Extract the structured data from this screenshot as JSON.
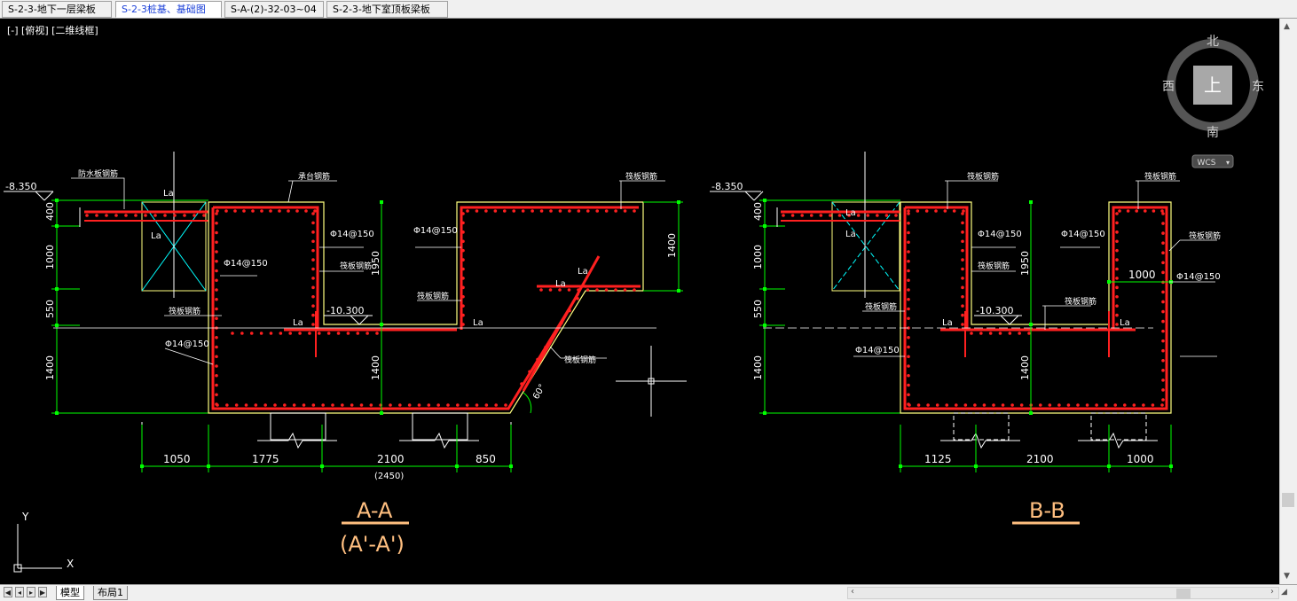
{
  "tabs": [
    {
      "label": "S-2-3-地下一层梁板",
      "active": false
    },
    {
      "label": "S-2-3桩基、基础图",
      "active": true
    },
    {
      "label": "S-A-(2)-32-03~04",
      "active": false
    },
    {
      "label": "S-2-3-地下室顶板梁板",
      "active": false
    }
  ],
  "viewport_label": "[-] [俯视] [二维线框]",
  "viewcube": {
    "north": "北",
    "south": "南",
    "east": "东",
    "west": "西",
    "top": "上",
    "wcs": "WCS"
  },
  "layouts": {
    "model": "模型",
    "layout1": "布局1"
  },
  "colors": {
    "dim": "#00ff00",
    "rebar": "#ff2020",
    "outline": "#ffff80",
    "aux": "#ffffff",
    "cyan": "#00ffff",
    "title": "#ffbf80",
    "accent_tab": "#1a3fd8"
  },
  "ucs": {
    "x": "X",
    "y": "Y"
  },
  "section_aa": {
    "title": "A-A",
    "subtitle": "(A'-A')",
    "level_left": "-8.350",
    "level_mid": "-10.300",
    "dims_bottom": [
      "1050",
      "1775",
      "2100",
      "850"
    ],
    "dim_bottom_sub": "(2450)",
    "dims_left": [
      "400",
      "1000",
      "550",
      "1400"
    ],
    "dim_mid_v1": "1950",
    "dim_mid_v2": "1400",
    "dim_right_v": "1400",
    "angle": "60°",
    "rebar_labels": [
      "Φ14@150",
      "Φ14@150",
      "Φ14@150",
      "Φ14@150"
    ],
    "notes": [
      "防水板钢筋",
      "承台钢筋",
      "筏板钢筋",
      "筏板钢筋",
      "筏板钢筋",
      "筏板钢筋",
      "筏板钢筋"
    ],
    "la": "La"
  },
  "section_bb": {
    "title": "B-B",
    "level_left": "-8.350",
    "level_mid": "-10.300",
    "dims_bottom": [
      "1125",
      "2100",
      "1000"
    ],
    "dims_left": [
      "400",
      "1000",
      "550",
      "1400"
    ],
    "dim_mid_v1": "1950",
    "dim_mid_v2": "1400",
    "dim_inner": "1000",
    "rebar_labels": [
      "Φ14@150",
      "Φ14@150",
      "Φ14@150",
      "Φ14@150"
    ],
    "notes": [
      "筏板钢筋",
      "筏板钢筋",
      "筏板钢筋",
      "筏板钢筋",
      "筏板钢筋",
      "筏板钢筋"
    ],
    "la": "La"
  }
}
